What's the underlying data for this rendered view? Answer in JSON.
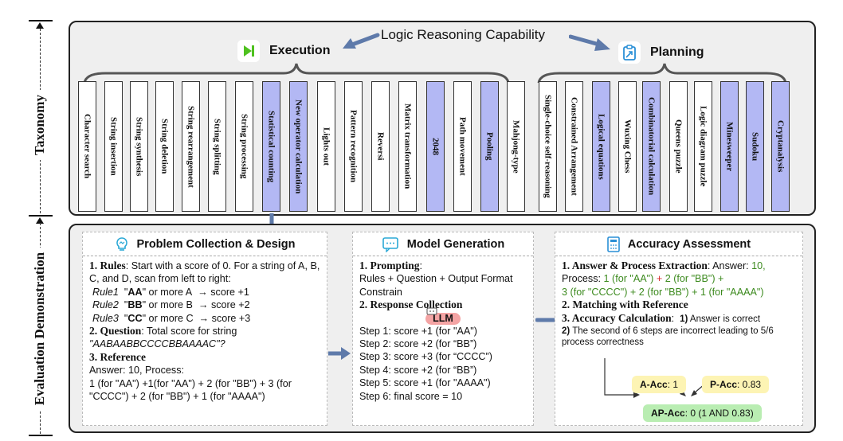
{
  "side_labels": {
    "taxonomy": "Taxonomy",
    "evaluation": "Evaluation Demonstration"
  },
  "taxonomy": {
    "title": "Logic Reasoning Capability",
    "execution": {
      "label": "Execution",
      "icon": "play-skip-icon",
      "icon_color": "#4fc11f",
      "tasks": [
        {
          "label": "Character search",
          "highlighted": false
        },
        {
          "label": "String insertion",
          "highlighted": false
        },
        {
          "label": "String synthesis",
          "highlighted": false
        },
        {
          "label": "String deletion",
          "highlighted": false
        },
        {
          "label": "String rearrangement",
          "highlighted": false
        },
        {
          "label": "String splitting",
          "highlighted": false
        },
        {
          "label": "String processing",
          "highlighted": false
        },
        {
          "label": "Statistical counting",
          "highlighted": true
        },
        {
          "label": "New operator calculation",
          "highlighted": true
        },
        {
          "label": "Lights out",
          "highlighted": false
        },
        {
          "label": "Pattern recognition",
          "highlighted": false
        },
        {
          "label": "Reversi",
          "highlighted": false
        },
        {
          "label": "Matrix transformation",
          "highlighted": false
        },
        {
          "label": "2048",
          "highlighted": true
        },
        {
          "label": "Path movement",
          "highlighted": false
        },
        {
          "label": "Pooling",
          "highlighted": true
        },
        {
          "label": "Mahjong-type",
          "highlighted": false
        }
      ]
    },
    "planning": {
      "label": "Planning",
      "icon": "clipboard-arrow-icon",
      "icon_color": "#2a8fd6",
      "tasks": [
        {
          "label": "Single-choice self-reasoning",
          "highlighted": false
        },
        {
          "label": "Constrained Arrangement",
          "highlighted": false
        },
        {
          "label": "Logical equations",
          "highlighted": true
        },
        {
          "label": "Wuxing Chess",
          "highlighted": false
        },
        {
          "label": "Combinatorial calculation",
          "highlighted": true
        },
        {
          "label": "Queens puzzle",
          "highlighted": false
        },
        {
          "label": "Logic diagram puzzle",
          "highlighted": false
        },
        {
          "label": "Minesweeper",
          "highlighted": true
        },
        {
          "label": "Sudoku",
          "highlighted": true
        },
        {
          "label": "Cryptanalysis",
          "highlighted": true
        }
      ]
    },
    "highlight_color": "#b3b8f4"
  },
  "problem": {
    "title": "Problem Collection & Design",
    "rules_head": "1. Rules",
    "rules_text": ": Start with a score of 0. For a string of A, B, C, and D, scan from left to right:",
    "rules": [
      {
        "name": "Rule1",
        "pattern": "AA",
        "rest": " or more A",
        "result": "score +1"
      },
      {
        "name": "Rule2",
        "pattern": "BB",
        "rest": " or more B",
        "result": "score +2"
      },
      {
        "name": "Rule3",
        "pattern": "CC",
        "rest": " or more C",
        "result": "score +3"
      }
    ],
    "question_head": "2. Question",
    "question_text": ": Total score for string",
    "question_string": "\"AABAABBCCCCBBAAAAC\"?",
    "reference_head": "3. Reference",
    "reference_answer": "Answer: 10,  Process:",
    "reference_process": " 1 (for \"AA\") +1(for \"AA\") + 2 (for \"BB\") + 3 (for \"CCCC\") + 2 (for \"BB\") + 1 (for \"AAAA\")"
  },
  "generation": {
    "title": "Model Generation",
    "prompting_head": "1. Prompting",
    "prompting_text": "Rules + Question + Output Format Constrain",
    "response_head": "2. Response Collection",
    "llm_label": "LLM",
    "steps": [
      "Step 1: score +1 (for \"AA\")",
      "Step 2: score +2 (for “BB”)",
      "Step 3: score +3 (for “CCCC”)",
      "Step 4: score +2 (for “BB”)",
      "Step 5: score +1 (for \"AAAA\")",
      "Step 6: final score = 10"
    ]
  },
  "assessment": {
    "title": "Accuracy Assessment",
    "extraction_head": "1. Answer & Process Extraction",
    "extraction_answer_label": ": Answer: ",
    "extraction_answer_value": "10,",
    "process_label": "Process: ",
    "process_part1": "1 (for \"AA\")",
    "process_plus_red": " + ",
    "process_part2": "2 (for \"BB\") +",
    "process_line2": "3 (for \"CCCC\") + 2 (for \"BB\") + 1 (for \"AAAA\")",
    "matching_head": "2. Matching with Reference",
    "calc_head": "3. Accuracy Calculation",
    "calc_point1_num": "1)",
    "calc_point1_text": " Answer is correct",
    "calc_point2_num": "2)",
    "calc_point2_text": " The second of 6 steps are incorrect leading to 5/6 process correctness",
    "a_acc_label": "A-Acc",
    "a_acc_value": ": 1",
    "p_acc_label": "P-Acc",
    "p_acc_value": ": 0.83",
    "ap_acc_label": "AP-Acc",
    "ap_acc_value": ": 0 (1 AND 0.83)"
  },
  "colors": {
    "arrow_blue": "#5e7aaa",
    "panel_bg": "#efefef",
    "green_text": "#3c8a1e",
    "red_text": "#d62b2b"
  }
}
